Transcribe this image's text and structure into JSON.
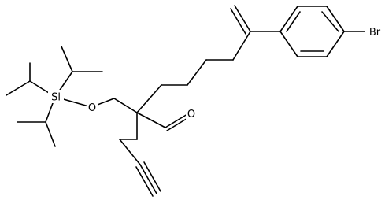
{
  "molecule": {
    "atoms": {
      "si": "Si",
      "o_ether": "O",
      "o_aldehyde": "O",
      "br": "Br"
    }
  }
}
